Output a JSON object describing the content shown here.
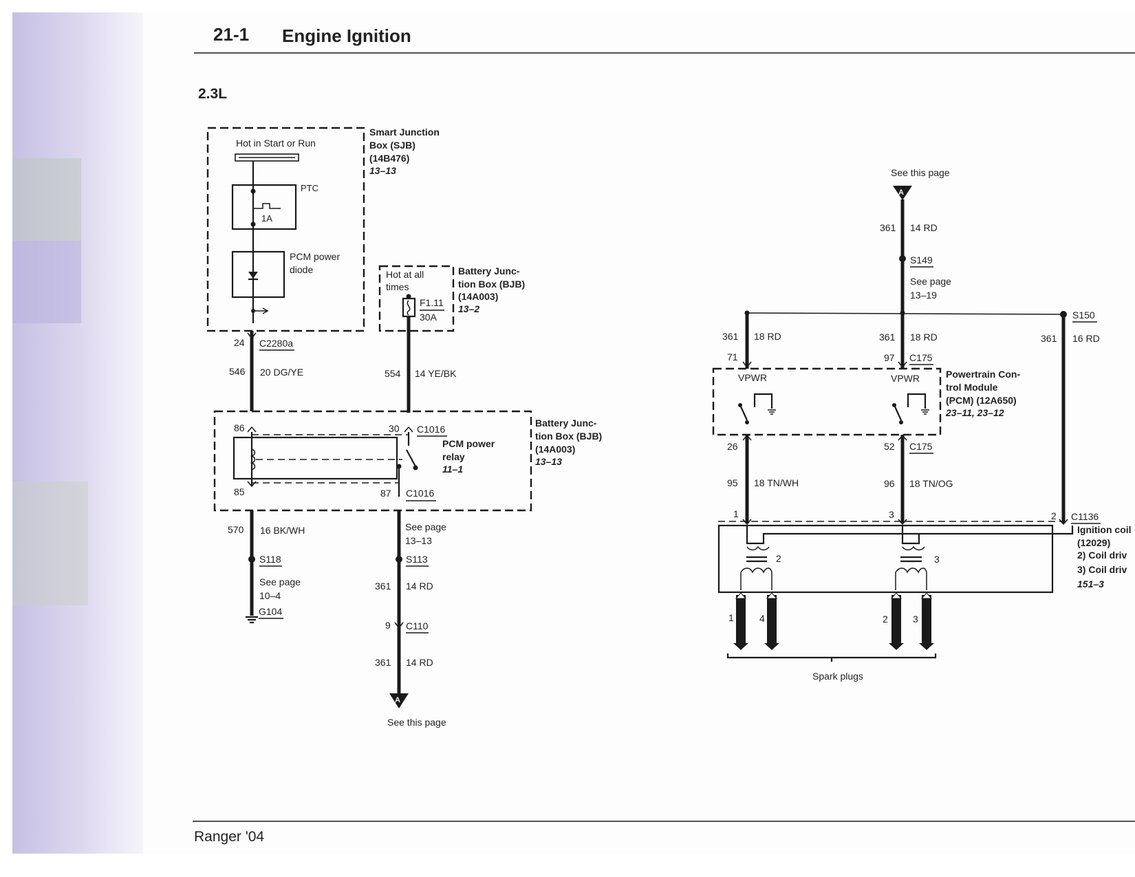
{
  "page": {
    "section_number": "21-1",
    "section_title": "Engine Ignition",
    "variant": "2.3L",
    "footer": "Ranger '04"
  },
  "colors": {
    "ink": "#1a1a1a",
    "paper": "#ffffff",
    "binding_tint": "#c9c3e6"
  },
  "sjb": {
    "hot": "Hot in Start or Run",
    "ptc": "PTC",
    "fuse": "1A",
    "diode_l1": "PCM power",
    "diode_l2": "diode",
    "name_l1": "Smart Junction",
    "name_l2": "Box (SJB)",
    "part": "(14B476)",
    "ref": "13–13"
  },
  "bjb_fuse": {
    "hot_l1": "Hot at all",
    "hot_l2": "times",
    "fuse": "F1.11",
    "amps": "30A",
    "name_l1": "Battery Junc-",
    "name_l2": "tion Box (BJB)",
    "part": "(14A003)",
    "ref": "13–2"
  },
  "wires": {
    "w24": "24",
    "c2280a": "C2280a",
    "w546": "546",
    "w546_color": "20 DG/YE",
    "w554": "554",
    "w554_color": "14 YE/BK",
    "w570": "570",
    "w570_color": "16 BK/WH",
    "w361a": "361",
    "w361a_color": "14 RD",
    "w9": "9",
    "c110": "C110",
    "w361b": "361",
    "w361b_color": "14 RD"
  },
  "relay": {
    "pin86": "86",
    "pin85": "85",
    "pin30": "30",
    "pin87": "87",
    "c1016_top": "C1016",
    "c1016_bottom": "C1016",
    "name_l1": "PCM power",
    "name_l2": "relay",
    "ref": "11–1",
    "box_l1": "Battery Junc-",
    "box_l2": "tion Box (BJB)",
    "box_part": "(14A003)",
    "box_ref": "13–13"
  },
  "ground": {
    "s118": "S118",
    "see_l1": "See page",
    "see_l2": "10–4",
    "g104": "G104"
  },
  "left_splice": {
    "see_l1": "See page",
    "see_l2": "13–13",
    "s113": "S113"
  },
  "offpage_bottom": {
    "letter": "A",
    "label": "See this page"
  },
  "offpage_top": {
    "letter": "A",
    "label": "See this page"
  },
  "right": {
    "w361_top": "361",
    "w361_top_color": "14 RD",
    "s149": "S149",
    "see_l1": "See page",
    "see_l2": "13–19",
    "s150": "S150",
    "w361_l": "361",
    "w361_l_color": "18 RD",
    "w71": "71",
    "w361_m": "361",
    "w361_m_color": "18 RD",
    "w97": "97",
    "c175_top": "C175",
    "w361_r": "361",
    "w361_r_color": "16 RD",
    "vpwr_l": "VPWR",
    "vpwr_r": "VPWR",
    "w26": "26",
    "w52": "52",
    "c175_bottom": "C175",
    "w95": "95",
    "w95_color": "18 TN/WH",
    "w96": "96",
    "w96_color": "18 TN/OG",
    "pin1": "1",
    "pin3": "3",
    "pin2": "2",
    "c1136": "C1136",
    "coil_l_num": "2",
    "coil_r_num": "3",
    "plug1": "1",
    "plug4": "4",
    "plug2": "2",
    "plug3": "3",
    "spark_plugs": "Spark plugs"
  },
  "pcm": {
    "name_l1": "Powertrain Con-",
    "name_l2": "trol Module",
    "name_l3": "(PCM) (12A650)",
    "ref": "23–11, 23–12"
  },
  "ignition_coil": {
    "name": "Ignition coil",
    "part": "(12029)",
    "item2": "2)   Coil driv",
    "item3": "3)   Coil driv",
    "ref": "151–3"
  }
}
